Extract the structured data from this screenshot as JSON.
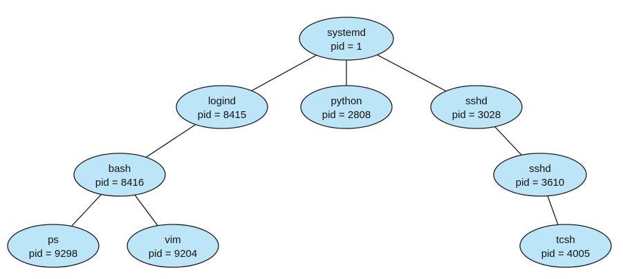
{
  "nodes": [
    {
      "id": "systemd",
      "name": "systemd",
      "pid": "pid = 1"
    },
    {
      "id": "logind",
      "name": "logind",
      "pid": "pid = 8415"
    },
    {
      "id": "python",
      "name": "python",
      "pid": "pid = 2808"
    },
    {
      "id": "sshd-3028",
      "name": "sshd",
      "pid": "pid = 3028"
    },
    {
      "id": "bash",
      "name": "bash",
      "pid": "pid = 8416"
    },
    {
      "id": "sshd-3610",
      "name": "sshd",
      "pid": "pid = 3610"
    },
    {
      "id": "ps",
      "name": "ps",
      "pid": "pid = 9298"
    },
    {
      "id": "vim",
      "name": "vim",
      "pid": "pid = 9204"
    },
    {
      "id": "tcsh",
      "name": "tcsh",
      "pid": "pid = 4005"
    }
  ],
  "edges": [
    [
      "systemd",
      "logind"
    ],
    [
      "systemd",
      "python"
    ],
    [
      "systemd",
      "sshd-3028"
    ],
    [
      "logind",
      "bash"
    ],
    [
      "sshd-3028",
      "sshd-3610"
    ],
    [
      "bash",
      "ps"
    ],
    [
      "bash",
      "vim"
    ],
    [
      "sshd-3610",
      "tcsh"
    ]
  ],
  "colors": {
    "node_fill": "#bce6f7",
    "outline": "#1a1a1a",
    "text": "#111111"
  }
}
